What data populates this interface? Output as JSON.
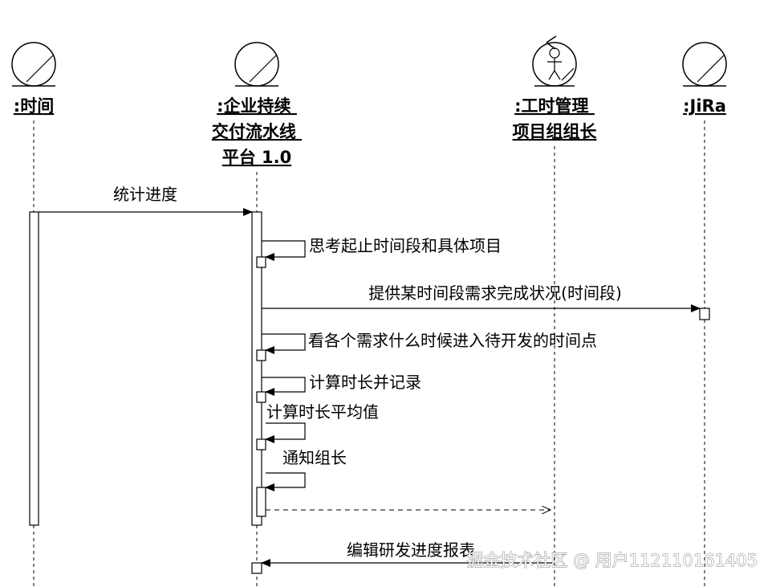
{
  "participants": [
    {
      "id": "time",
      "lines": [
        ":时间"
      ],
      "icon": "entity"
    },
    {
      "id": "platform",
      "lines": [
        ":企业持续",
        "交付流水线",
        "平台 1.0"
      ],
      "icon": "entity"
    },
    {
      "id": "pm",
      "lines": [
        ":工时管理",
        "项目组组长"
      ],
      "icon": "control-actor"
    },
    {
      "id": "jira",
      "lines": [
        ":JiRa"
      ],
      "icon": "entity"
    }
  ],
  "messages": {
    "m1": "统计进度",
    "m2": "思考起止时间段和具体项目",
    "m3": "提供某时间段需求完成状况(时间段)",
    "m4": "看各个需求什么时候进入待开发的时间点",
    "m5": "计算时长并记录",
    "m6": "计算时长平均值",
    "m7": "通知组长",
    "m8": "编辑研发进度报表"
  },
  "watermark": "掘金技术社区 @ 用户112110161405"
}
